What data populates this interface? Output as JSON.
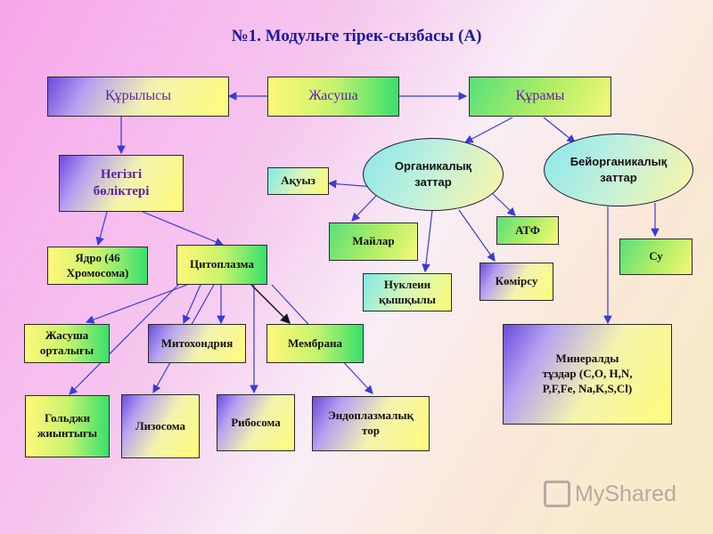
{
  "title": "№1. Модульге тірек-сызбасы (А)",
  "nodes": {
    "kurylysy": "Құрылысы",
    "zhasusha": "Жасуша",
    "kuramy": "Құрамы",
    "negizgi": "Негізгі бөліктері",
    "yadro": "Ядро (46 Хромосома)",
    "citoplazma": "Цитоплазма",
    "zhasusha_ortalygy": "Жасуша орталығы",
    "mitohondriya": "Митохондрия",
    "membrana": "Мембрана",
    "goldzhi": "Гольджи жиынтығы",
    "lizosoma": "Лизосома",
    "ribosoma": "Рибосома",
    "endoplazmalyk": "Эндоплазмалық тор",
    "organikalyk": "Органикалық заттар",
    "beiorganikalyk": "Бейорганикалық заттар",
    "akuyz": "Ақуыз",
    "mailar": "Майлар",
    "atf": "АТФ",
    "nuklein": "Нуклеин қышқылы",
    "komirsu": "Көмірсу",
    "su": "Су",
    "mineraldy": "Минералды тұздар (C,O, H,N, P,F,Fe, Na,K,S,Cl)"
  },
  "watermark": "MyShared",
  "colors": {
    "title": "#1a1aa0",
    "heading_text": "#5b1fa6",
    "arrows": "#3a3ad8"
  }
}
